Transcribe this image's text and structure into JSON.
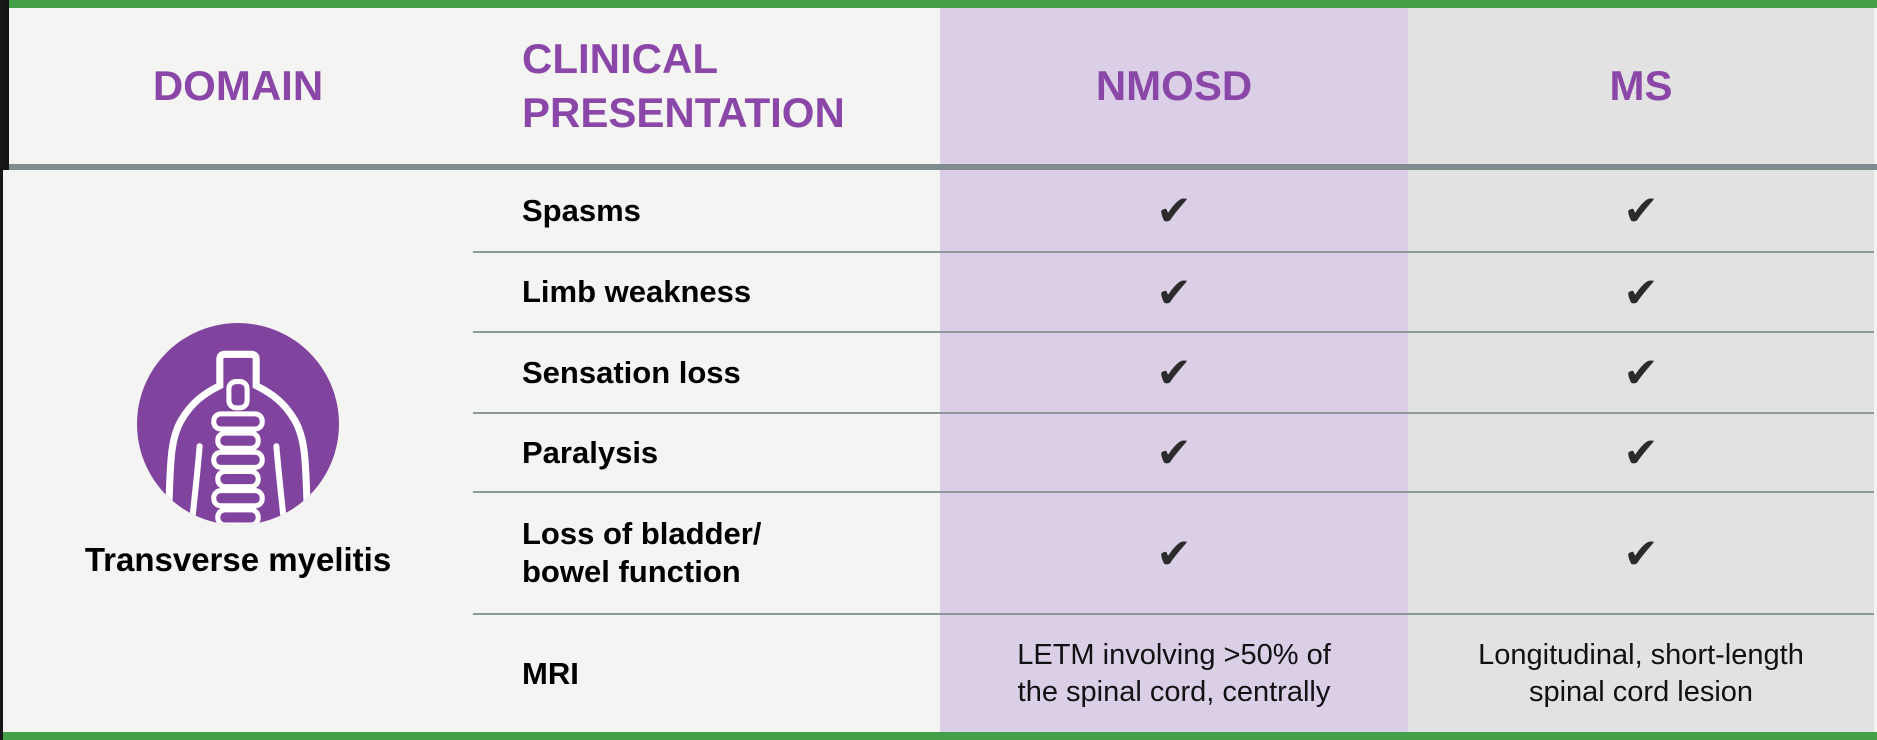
{
  "colors": {
    "accent_green": "#43a047",
    "header_purple": "#8a47a8",
    "icon_purple": "#81449e",
    "nmosd_col_bg": "#dacfe7",
    "ms_col_bg": "#e3e2e2",
    "base_bg": "#f4f4f3",
    "thick_line": "#7f8b8c",
    "thin_line": "#8d9898",
    "check_color": "#2b2b2b",
    "edge_dark": "#161616"
  },
  "header": {
    "domain": "DOMAIN",
    "clinical": "CLINICAL PRESENTATION",
    "nmosd": "NMOSD",
    "ms": "MS"
  },
  "domain": {
    "label": "Transverse myelitis",
    "icon": "spine-back-icon"
  },
  "check_glyph": "✔",
  "rows": [
    {
      "label": "Spasms",
      "nmosd": "check",
      "ms": "check"
    },
    {
      "label": "Limb weakness",
      "nmosd": "check",
      "ms": "check"
    },
    {
      "label": "Sensation loss",
      "nmosd": "check",
      "ms": "check"
    },
    {
      "label": "Paralysis",
      "nmosd": "check",
      "ms": "check"
    },
    {
      "label": "Loss of bladder/\nbowel function",
      "nmosd": "check",
      "ms": "check"
    },
    {
      "label": "MRI",
      "nmosd": "LETM involving >50% of\nthe spinal cord, centrally",
      "ms": "Longitudinal, short-length\nspinal cord lesion"
    }
  ]
}
